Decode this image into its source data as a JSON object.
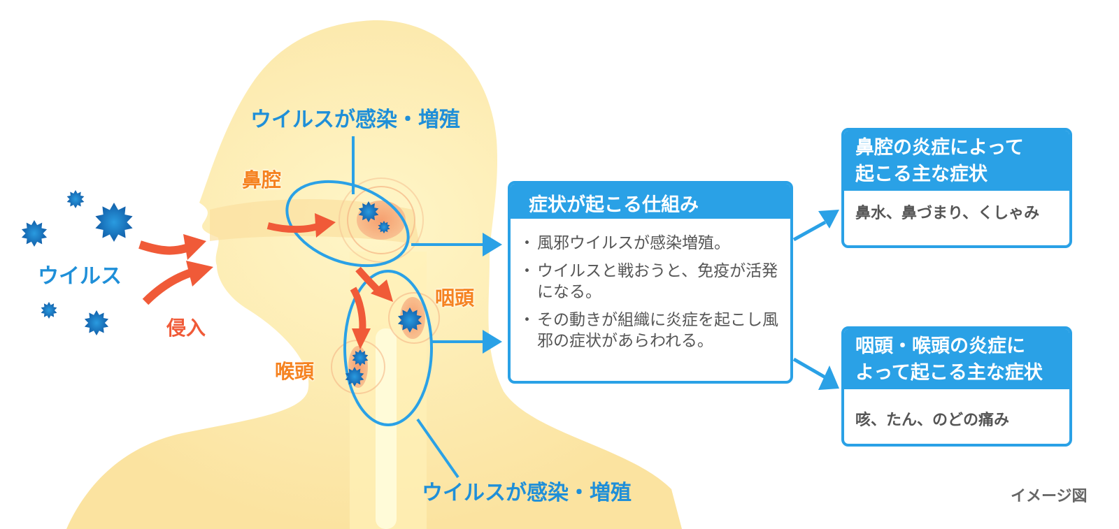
{
  "diagram": {
    "title_box": {
      "heading": "症状が起こる仕組み",
      "items": [
        "風邪ウイルスが感染増殖。",
        "ウイルスと戦おうと、免疫が活発になる。",
        "その動きが組織に炎症を起こし風邪の症状があらわれる。"
      ]
    },
    "nasal_box": {
      "heading_line1": "鼻腔の炎症によって",
      "heading_line2": "起こる主な症状",
      "body": "鼻水、鼻づまり、くしゃみ"
    },
    "throat_box": {
      "heading_line1": "咽頭・喉頭の炎症に",
      "heading_line2": "よって起こる主な症状",
      "body": "咳、たん、のどの痛み"
    },
    "labels": {
      "virus": "ウイルス",
      "invasion": "侵入",
      "nasal_cavity": "鼻腔",
      "pharynx": "咽頭",
      "larynx": "喉頭",
      "infection_top": "ウイルスが感染・増殖",
      "infection_bottom": "ウイルスが感染・増殖"
    },
    "caption": "イメージ図",
    "colors": {
      "accent_blue": "#2aa1e6",
      "label_blue": "#1f8fd8",
      "arrow_red": "#f05a38",
      "label_orange": "#f58220",
      "skin": "#fde9a8",
      "virus_blue": "#1a6fc0"
    }
  }
}
